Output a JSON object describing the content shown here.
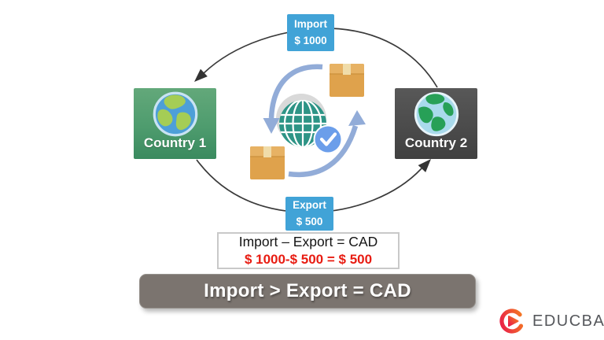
{
  "flow": {
    "import_box": {
      "label": "Import",
      "amount": "$ 1000"
    },
    "export_box": {
      "label": "Export",
      "amount": "$ 500"
    },
    "country_left": {
      "label": "Country 1"
    },
    "country_right": {
      "label": "Country 2"
    }
  },
  "formula_box": {
    "equation": "Import – Export = CAD",
    "calculation": "$ 1000-$ 500 = $ 500"
  },
  "conclusion_bar": {
    "text": "Import > Export = CAD"
  },
  "branding": {
    "name": "EDUCBA"
  },
  "icons": {
    "country_left_globe": "globe-earth-icon",
    "country_right_globe": "globe-earth-icon",
    "center_globe": "wireframe-globe-icon",
    "package_top": "package-box-icon",
    "package_bottom": "package-box-icon",
    "cycle_left": "circular-arrow-left-icon",
    "cycle_right": "circular-arrow-right-icon",
    "check": "check-circle-icon",
    "logo_mark": "educba-play-ring-icon"
  },
  "colors": {
    "badge_blue": "#41A3D7",
    "country1_green": "#4E9C6E",
    "country2_gray": "#4A4A4A",
    "globe_teal": "#2D9486",
    "cycle_arrow_blue": "#92ACD8",
    "package_amber": "#DFA24C",
    "check_blue": "#6B9EEA",
    "formula_red": "#E81C12",
    "banner_gray": "#7B746F",
    "flow_arrow_dark": "#3A3A3A",
    "logo_red": "#E8174B",
    "logo_orange": "#F5831F"
  }
}
